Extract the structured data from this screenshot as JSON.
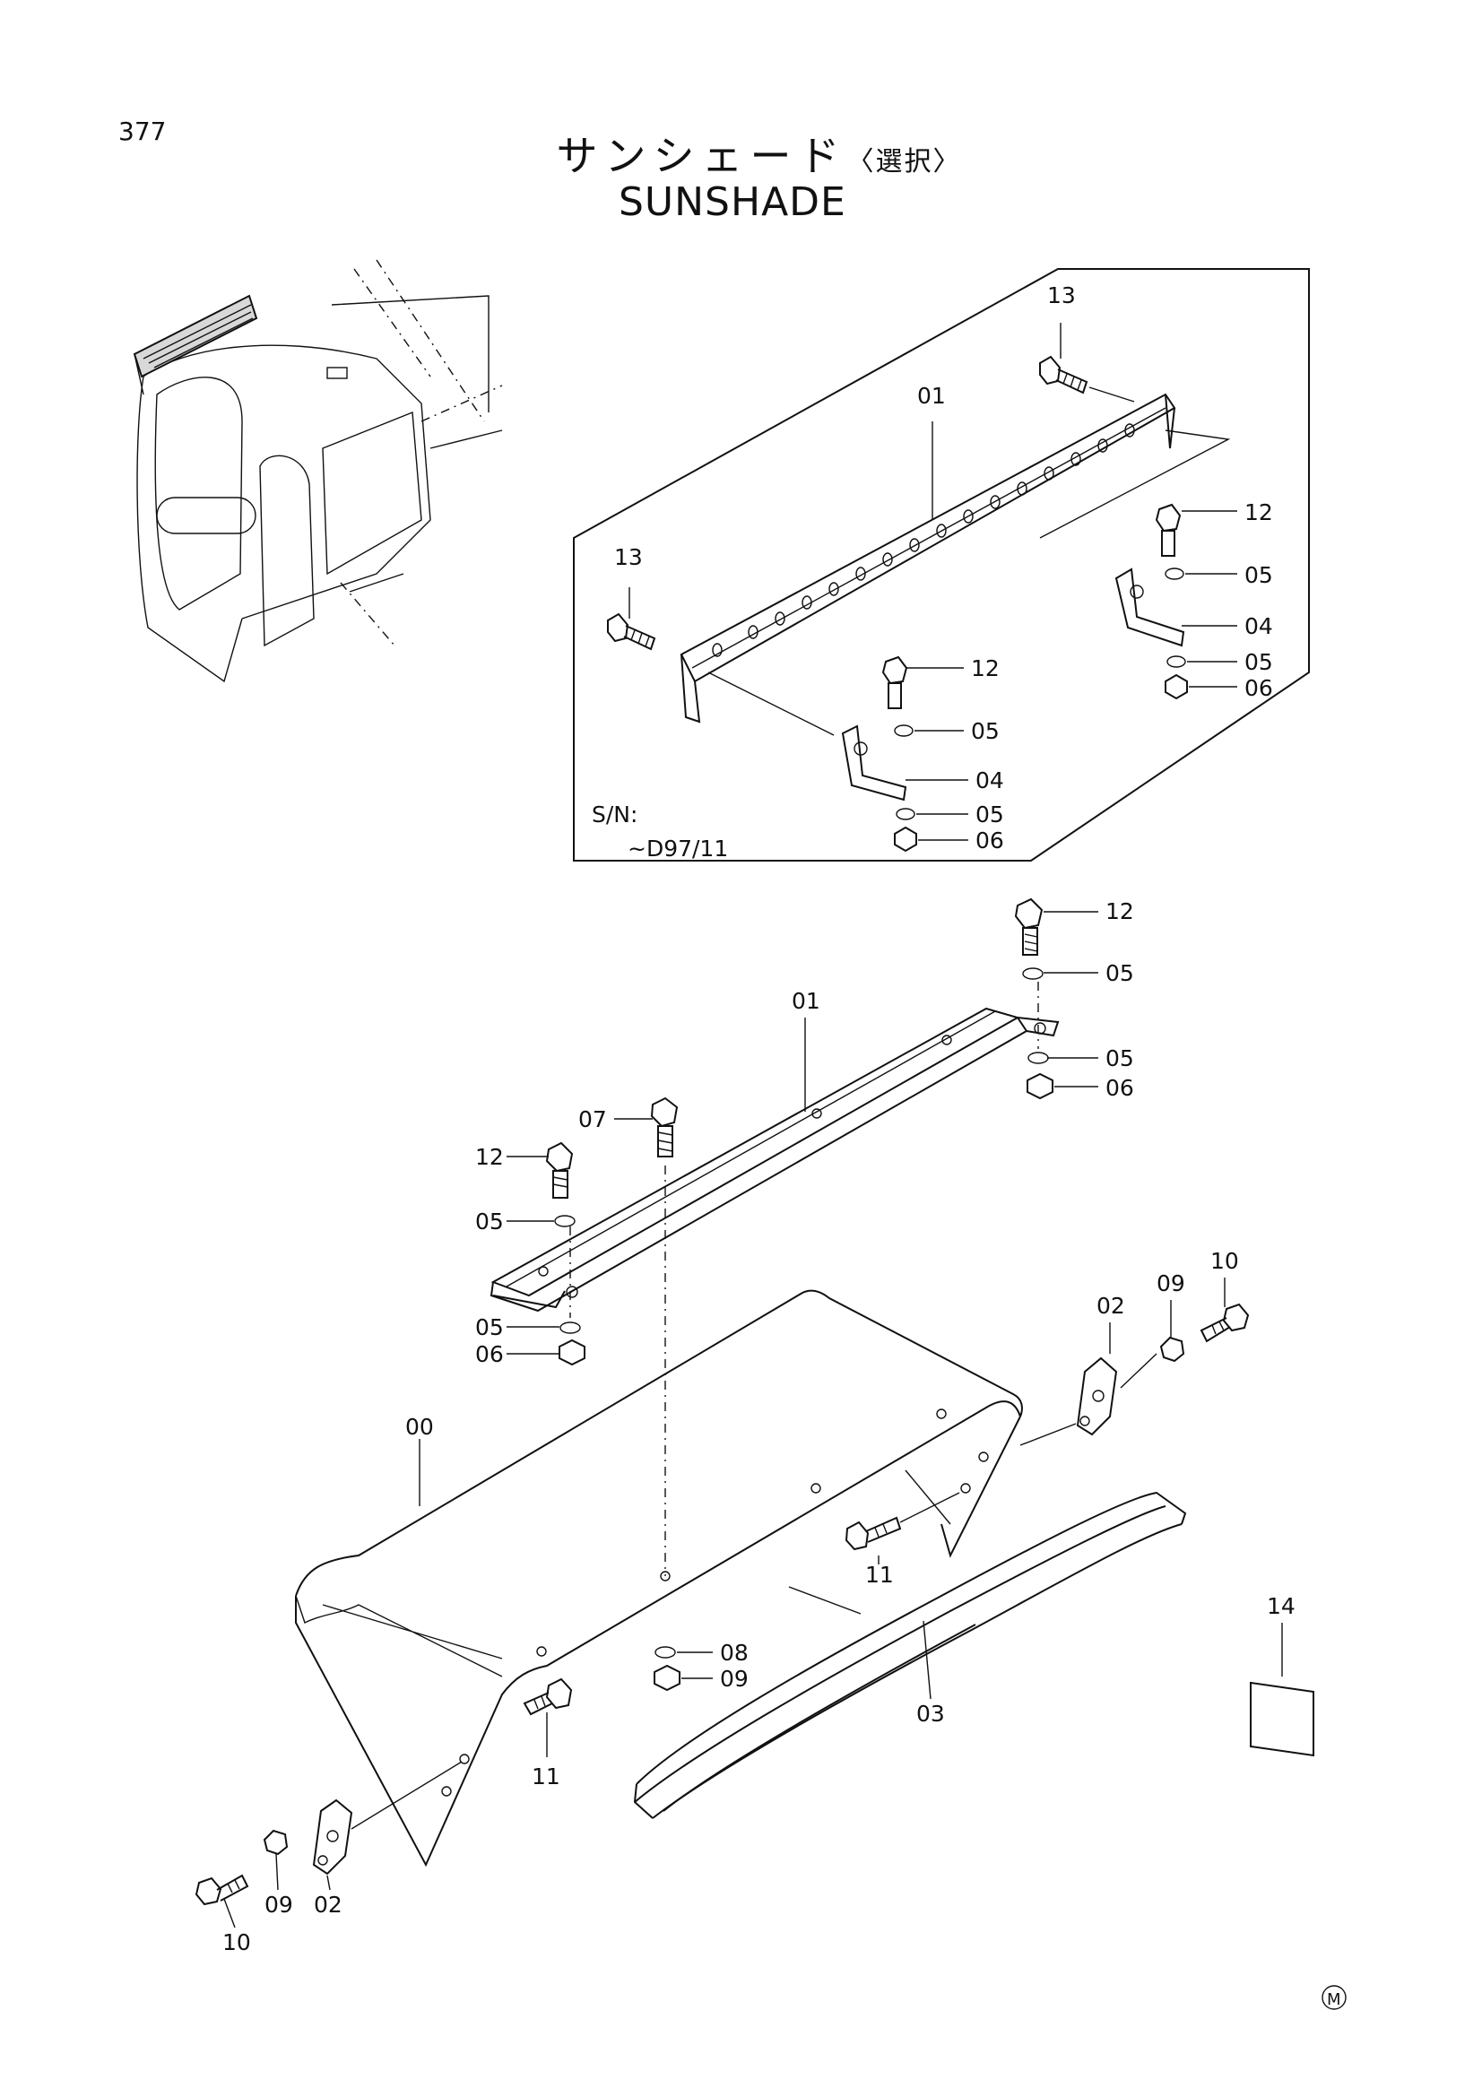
{
  "page": {
    "number": "377"
  },
  "title": {
    "japanese": "サンシェード",
    "japanese_note": "〈選択〉",
    "english": "SUNSHADE"
  },
  "inset": {
    "serial_label": "S/N:",
    "serial_range": "~D97/11"
  },
  "callouts": {
    "inset_13_top": "13",
    "inset_13_left": "13",
    "inset_01": "01",
    "inset_12_right": "12",
    "inset_05_r1": "05",
    "inset_04_right": "04",
    "inset_05_r2": "05",
    "inset_06_right": "06",
    "inset_12_mid": "12",
    "inset_05_m1": "05",
    "inset_04_mid": "04",
    "inset_05_m2": "05",
    "inset_06_mid": "06",
    "main_12_top": "12",
    "main_05_a": "05",
    "main_01": "01",
    "main_05_b": "05",
    "main_06_a": "06",
    "main_07": "07",
    "main_12_left": "12",
    "main_05_c": "05",
    "main_05_d": "05",
    "main_06_b": "06",
    "main_00": "00",
    "main_02_right": "02",
    "main_09_right": "09",
    "main_10_right": "10",
    "main_11_mid": "11",
    "main_08": "08",
    "main_09_mid": "09",
    "main_03": "03",
    "main_11_low": "11",
    "main_14": "14",
    "main_10_left": "10",
    "main_09_left": "09",
    "main_02_left": "02"
  },
  "mark": {
    "letter": "M"
  }
}
